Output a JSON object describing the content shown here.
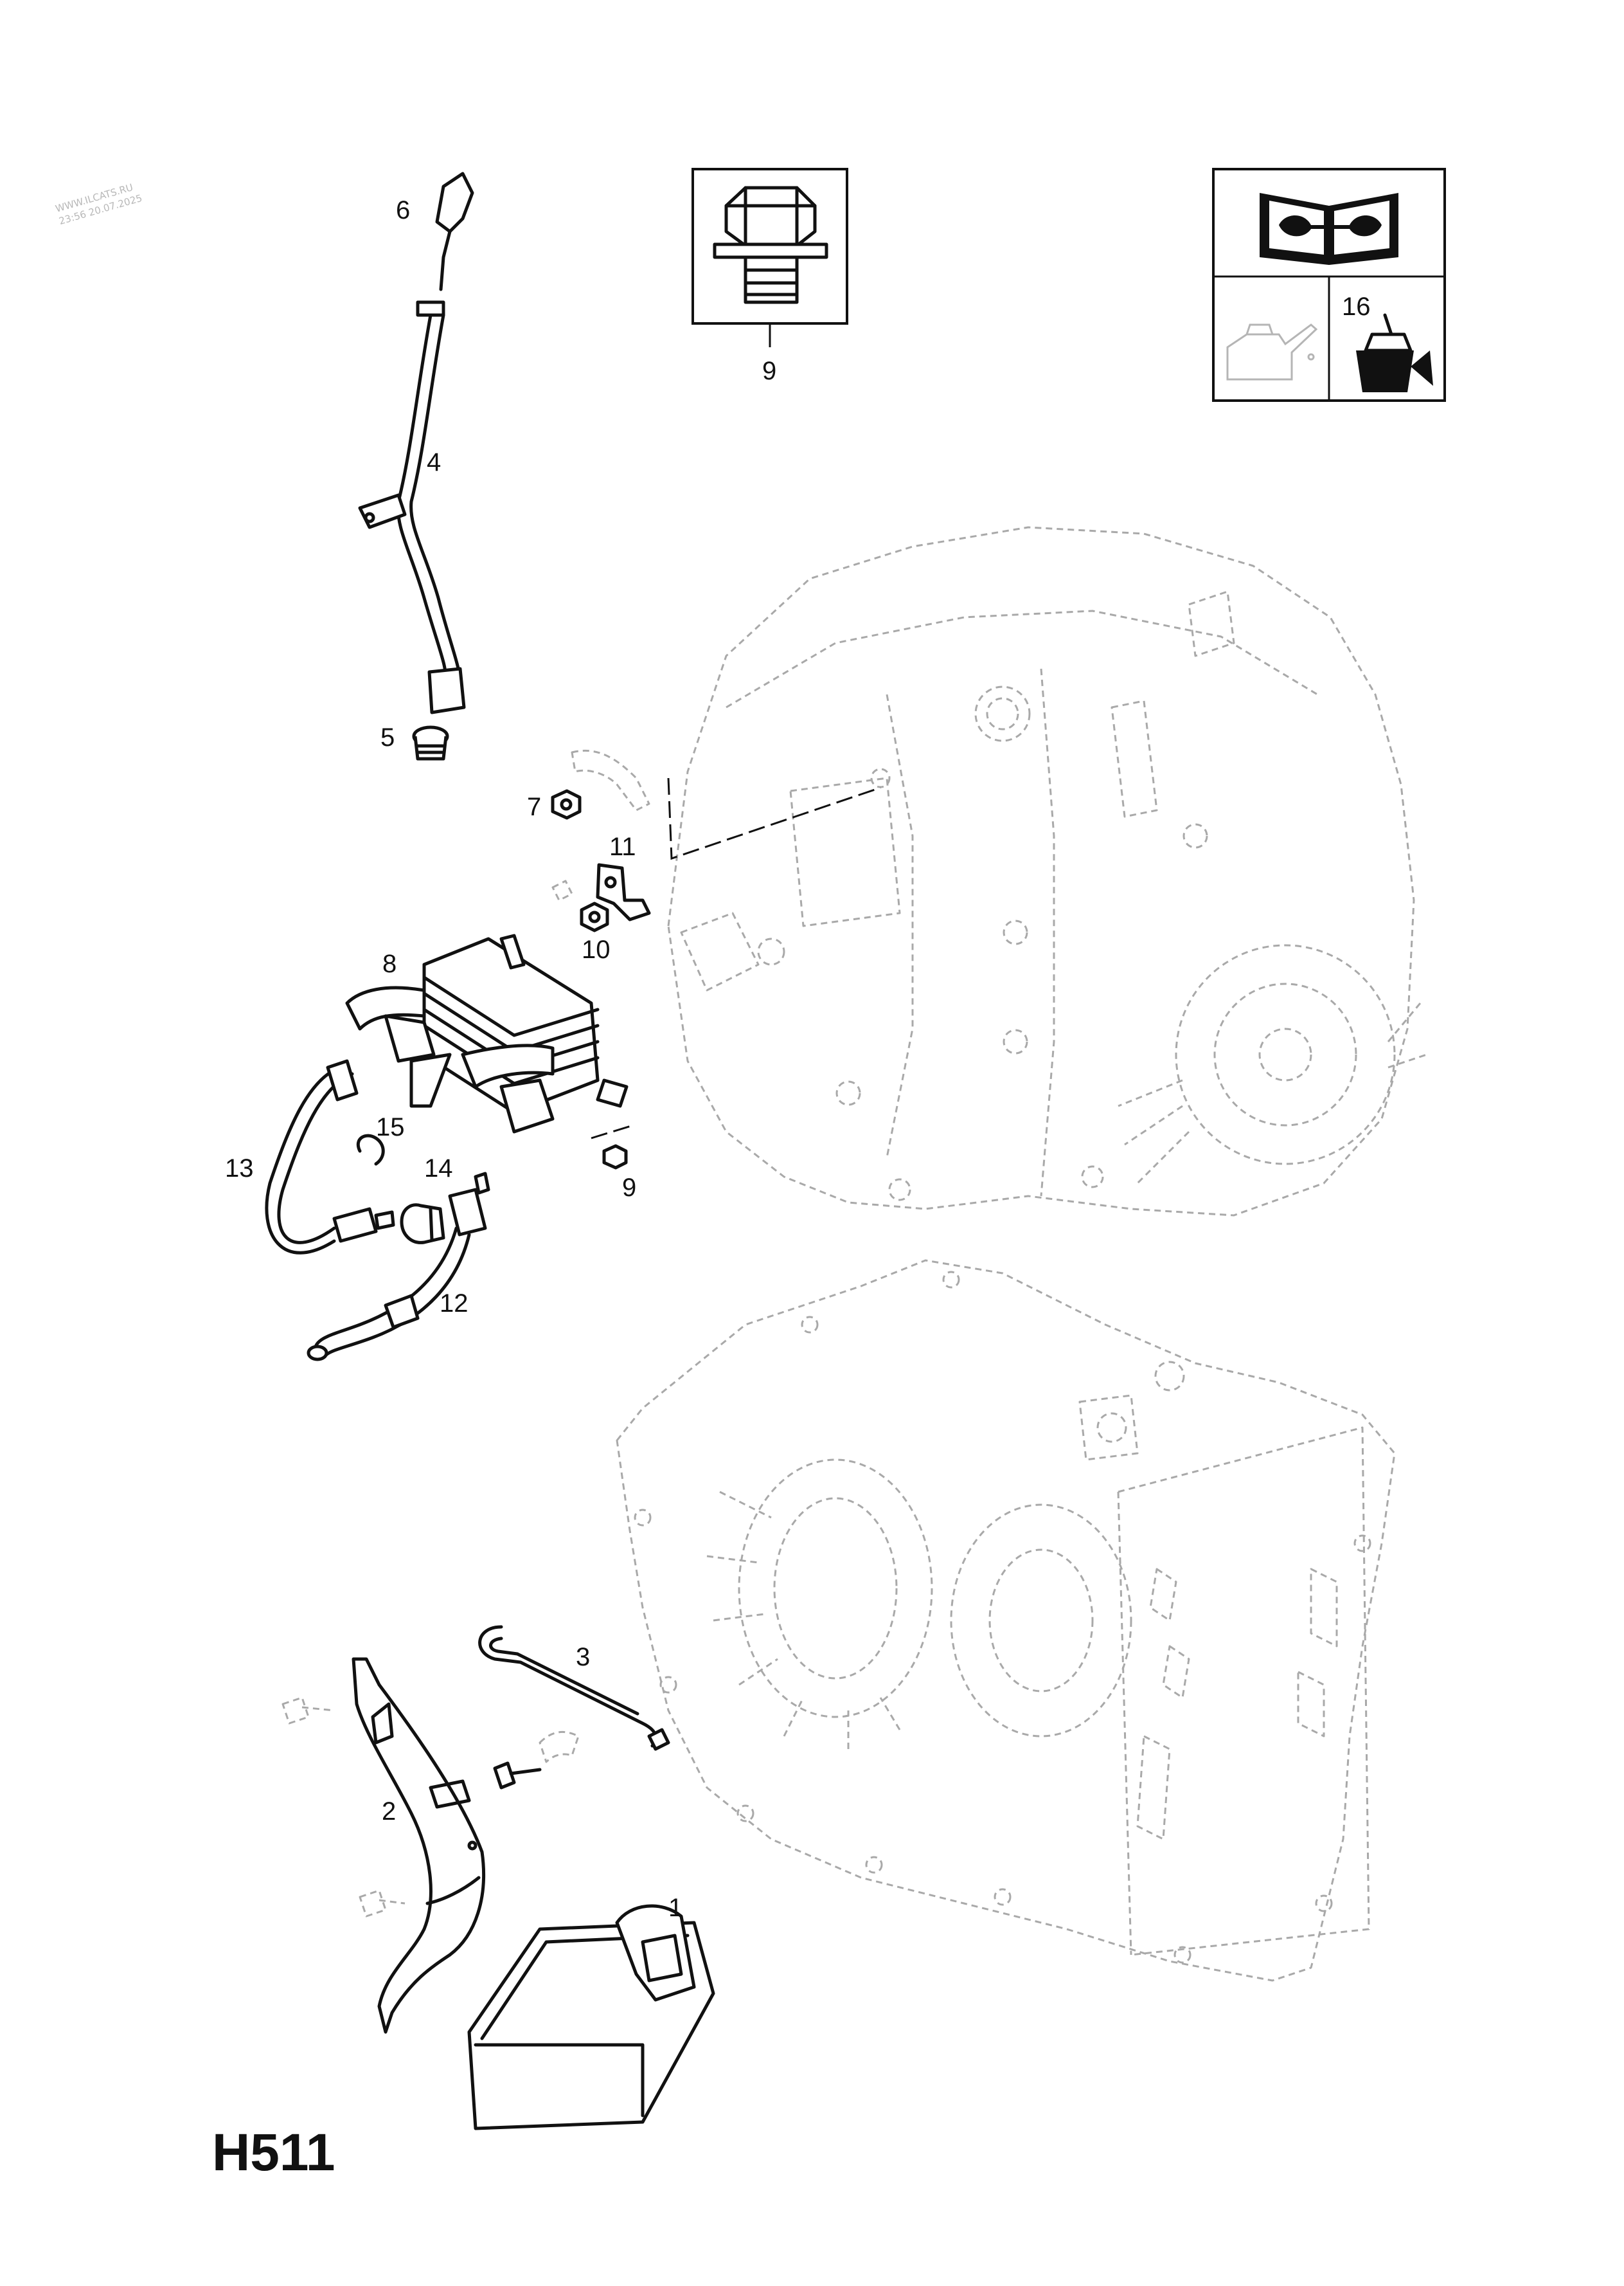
{
  "watermark": {
    "line1": "WWW.ILCATS.RU",
    "line2": "23:56 20.07.2025"
  },
  "diagram_code": "H511",
  "callouts": {
    "c1": "1",
    "c2": "2",
    "c3": "3",
    "c4": "4",
    "c5": "5",
    "c6": "6",
    "c7": "7",
    "c8": "8",
    "c9_box": "9",
    "c9_cooler": "9",
    "c10": "10",
    "c11": "11",
    "c12": "12",
    "c13": "13",
    "c14": "14",
    "c15": "15",
    "c16": "16"
  },
  "icons": {
    "manual": "service-manual-wrench-icon",
    "oil_can": "oil-can-icon",
    "sealant": "sealant-tube-icon",
    "drain_plug": "drain-plug-icon"
  },
  "colors": {
    "line": "#111111",
    "ghost": "#a9a9a9",
    "background": "#ffffff"
  }
}
